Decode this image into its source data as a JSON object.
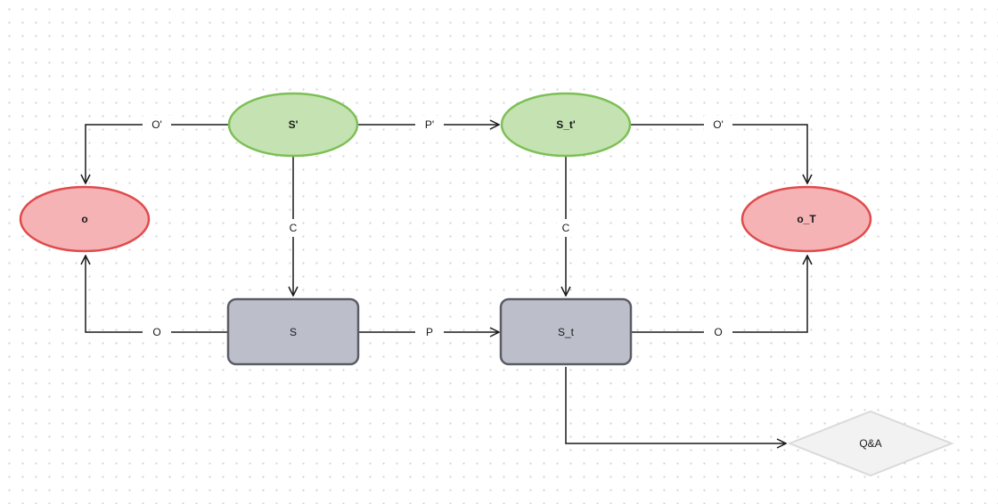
{
  "colors": {
    "green_fill": "#c5e3b2",
    "green_stroke": "#7dbf55",
    "red_fill": "#f6b3b5",
    "red_stroke": "#e04a4c",
    "gray_fill": "#bcbec9",
    "gray_stroke": "#5a5d66",
    "diamond_fill": "#f2f2f2",
    "diamond_stroke": "#dadada",
    "edge": "#1a1a1a"
  },
  "nodes": {
    "s_prime": {
      "label": "S'",
      "shape": "ellipse"
    },
    "s_t_prime": {
      "label": "S_t'",
      "shape": "ellipse"
    },
    "o": {
      "label": "o",
      "shape": "ellipse"
    },
    "o_t": {
      "label": "o_T",
      "shape": "ellipse"
    },
    "s": {
      "label": "S",
      "shape": "rounded-rect"
    },
    "s_t": {
      "label": "S_t",
      "shape": "rounded-rect"
    },
    "qa": {
      "label": "Q&A",
      "shape": "diamond"
    }
  },
  "edges": {
    "s_prime_to_o": {
      "label": "O'"
    },
    "s_prime_to_s_t_prime": {
      "label": "P'"
    },
    "s_t_prime_to_o_t": {
      "label": "O'"
    },
    "s_prime_to_s": {
      "label": "C"
    },
    "s_t_prime_to_s_t": {
      "label": "C"
    },
    "s_to_o": {
      "label": "O"
    },
    "s_to_s_t": {
      "label": "P"
    },
    "s_t_to_o_t": {
      "label": "O"
    },
    "s_t_to_qa": {
      "label": ""
    }
  }
}
